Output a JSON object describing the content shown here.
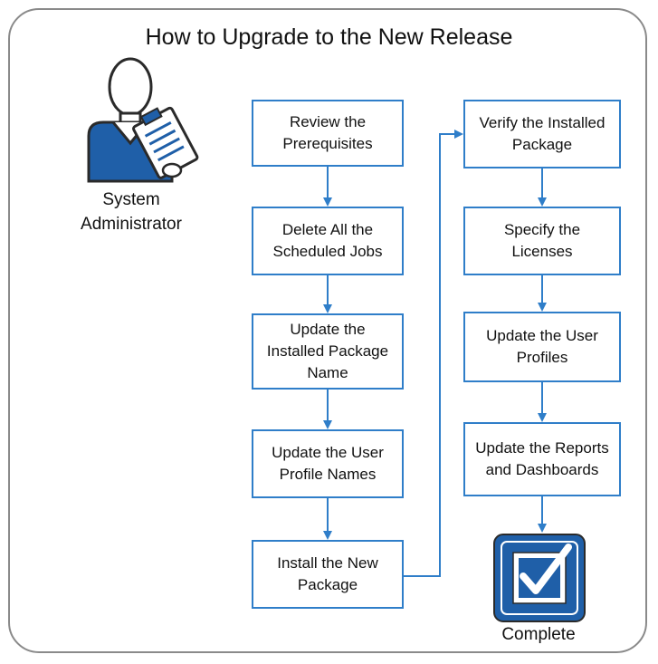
{
  "title": "How to Upgrade to the New Release",
  "actor": {
    "line1": "System",
    "line2": "Administrator",
    "icon": "system-administrator-icon"
  },
  "steps_left": [
    "Review the Prerequisites",
    "Delete All the Scheduled Jobs",
    "Update the Installed Package Name",
    "Update the User Profile Names",
    "Install the New Package"
  ],
  "steps_right": [
    "Verify the Installed Package",
    "Specify the Licenses",
    "Update the User Profiles",
    "Update the Reports and Dashboards"
  ],
  "complete": {
    "label": "Complete",
    "icon": "complete-checkbox-icon"
  },
  "colors": {
    "box_border": "#2f7ec9",
    "arrow": "#2f7ec9",
    "icon_blue": "#1f5fa8",
    "frame": "#8a8a8a"
  }
}
